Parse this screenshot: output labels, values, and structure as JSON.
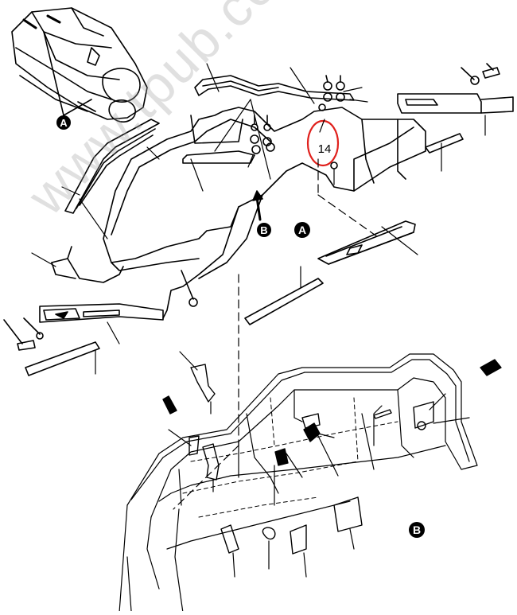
{
  "watermark": "www.tpub.com",
  "callout": {
    "label": "14",
    "color": "#e0201c"
  },
  "view_labels": {
    "a_top": "A",
    "a_mid": "A",
    "b_mid": "B",
    "b_bottom": "B"
  }
}
